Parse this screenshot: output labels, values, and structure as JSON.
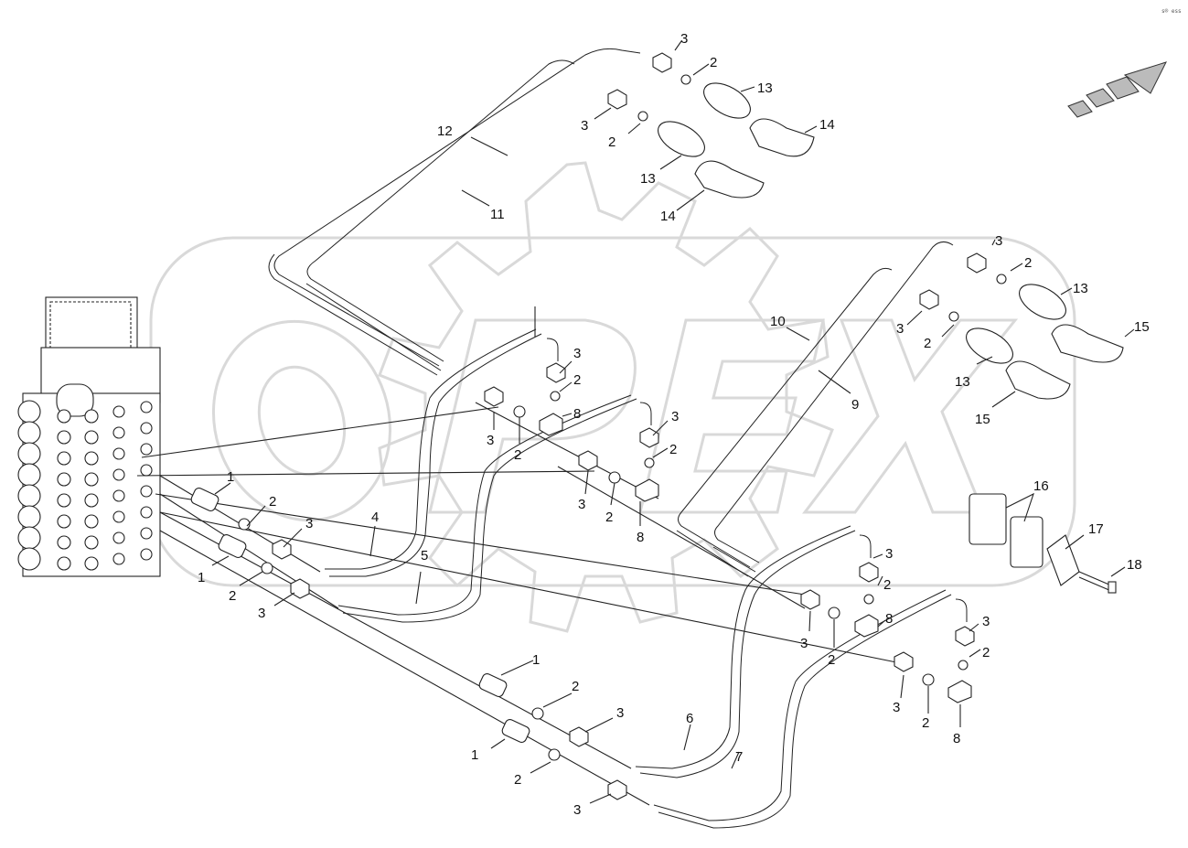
{
  "diagram": {
    "corner_mark": "s® ess",
    "watermark_text": "OPEX",
    "callouts": [
      "1",
      "2",
      "3",
      "4",
      "5",
      "6",
      "7",
      "8",
      "9",
      "10",
      "11",
      "12",
      "13",
      "14",
      "15",
      "16",
      "17",
      "18"
    ]
  }
}
